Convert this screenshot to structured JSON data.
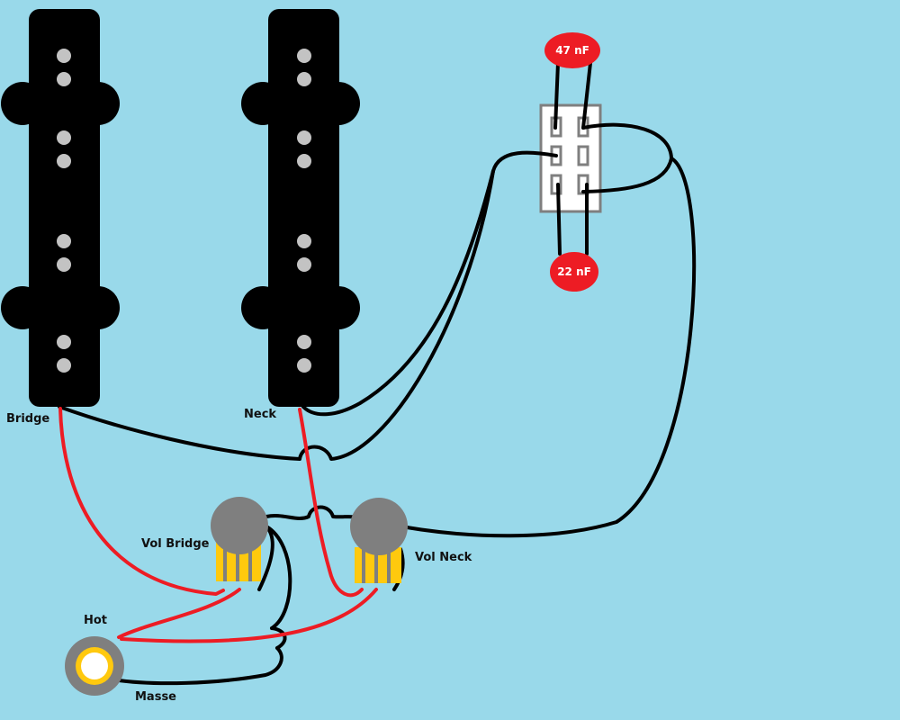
{
  "labels": {
    "bridge": "Bridge",
    "neck": "Neck",
    "vol_bridge": "Vol Bridge",
    "vol_neck": "Vol Neck",
    "hot": "Hot",
    "masse": "Masse"
  },
  "capacitors": {
    "top": "47 nF",
    "bottom": "22 nF"
  },
  "colors": {
    "background": "#99d9ea",
    "pickup": "#000000",
    "pole_piece": "#c3c3c3",
    "capacitor": "#ed1c24",
    "switch_body": "#ffffff",
    "switch_border": "#7f7f7f",
    "pot_body": "#7f7f7f",
    "pot_lug": "#ffc90e",
    "jack_outer": "#7f7f7f",
    "jack_ring": "#ffc90e",
    "jack_center": "#ffffff",
    "hot_wire": "#ed1c24",
    "ground_wire": "#000000"
  }
}
